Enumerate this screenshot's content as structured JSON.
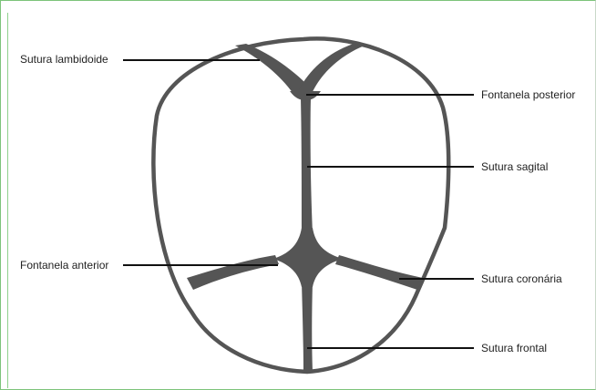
{
  "colors": {
    "frame_border": "#7cc47a",
    "skull_outline": "#555555",
    "suture_fill": "#555555",
    "leader_line": "#111111",
    "text": "#222222"
  },
  "labels": {
    "sutura_lambdoide": "Sutura lambidoide",
    "fontanela_posterior": "Fontanela posterior",
    "sutura_sagital": "Sutura sagital",
    "fontanela_anterior": "Fontanela anterior",
    "sutura_coronaria": "Sutura coronária",
    "sutura_frontal": "Sutura frontal"
  }
}
